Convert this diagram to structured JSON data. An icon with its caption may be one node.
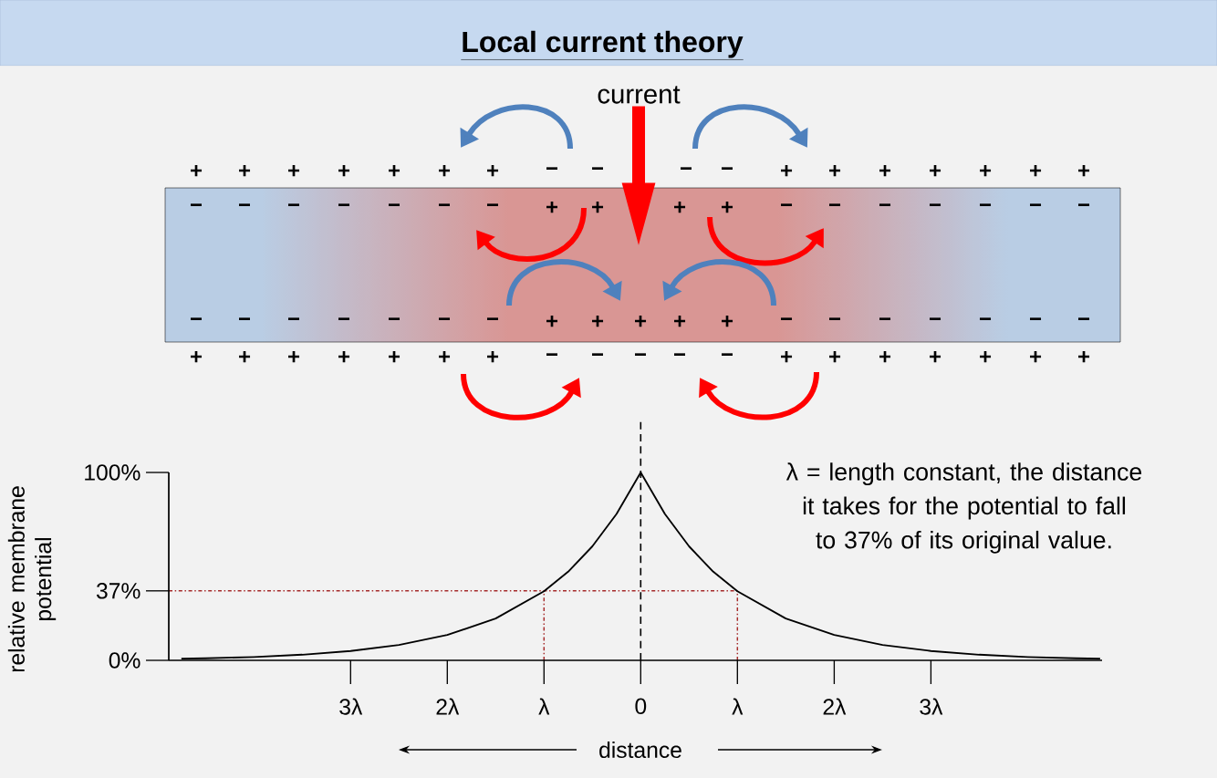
{
  "diagram": {
    "title": "Local current theory",
    "nodes": [
      {
        "text": [
          "current"
        ]
      },
      {
        "text": [],
        "shape": "box"
      }
    ],
    "edges": [
      {
        "from": 0,
        "to": 1,
        "arrow": "to"
      }
    ],
    "labels": [
      "+",
      "+",
      "+",
      "+",
      "+",
      "+",
      "+",
      "−",
      "−",
      "−",
      "−",
      "+",
      "+",
      "+",
      "+",
      "+",
      "+",
      "+",
      "−",
      "−",
      "−",
      "−",
      "−",
      "−",
      "−",
      "+",
      "+",
      "+",
      "+",
      "−",
      "−",
      "−",
      "−",
      "−",
      "−",
      "−",
      "−",
      "−",
      "−",
      "−",
      "−",
      "−",
      "−",
      "+",
      "+",
      "+",
      "+",
      "+",
      "−",
      "−",
      "−",
      "−",
      "−",
      "−",
      "−",
      "+",
      "+",
      "+",
      "+",
      "+",
      "+",
      "+",
      "−",
      "−",
      "−",
      "−",
      "−",
      "+",
      "+",
      "+",
      "+",
      "+",
      "+",
      "+",
      "λ = length constant, the distance it takes for the potential to fall to 37% of its original value."
    ],
    "chart_data": {
      "type": "line",
      "xlabel": "distance",
      "ylabel": "relative membrane potential",
      "x": [
        -4.75,
        -4.5,
        -4,
        -3.5,
        -3,
        -2.5,
        -2,
        -1.5,
        -1,
        -0.75,
        -0.5,
        -0.25,
        0,
        0.25,
        0.5,
        0.75,
        1,
        1.5,
        2,
        2.5,
        3,
        3.5,
        4,
        4.5,
        4.75
      ],
      "values": [
        0.9,
        1.1,
        1.8,
        3.0,
        5.0,
        8.2,
        13.5,
        22.3,
        36.8,
        47.2,
        60.7,
        77.9,
        100,
        77.9,
        60.7,
        47.2,
        36.8,
        22.3,
        13.5,
        8.2,
        5.0,
        3.0,
        1.8,
        1.1,
        0.9
      ],
      "xlim": [
        -4.88,
        4.77
      ],
      "ylim": [
        0,
        100
      ],
      "xticks": [
        {
          "value": -3,
          "label": "3λ"
        },
        {
          "value": -2,
          "label": "2λ"
        },
        {
          "value": -1,
          "label": "λ"
        },
        {
          "value": 0,
          "label": "0"
        },
        {
          "value": 1,
          "label": "λ"
        },
        {
          "value": 2,
          "label": "2λ"
        },
        {
          "value": 3,
          "label": "3λ"
        }
      ],
      "yticks": [
        {
          "value": 0,
          "label": "0%"
        },
        {
          "value": 37,
          "label": "37%"
        },
        {
          "value": 100,
          "label": "100%"
        }
      ],
      "ref_lines": [
        {
          "axis": "y",
          "value": 37
        },
        {
          "axis": "x",
          "value": -1
        },
        {
          "axis": "x",
          "value": 1
        }
      ]
    }
  }
}
